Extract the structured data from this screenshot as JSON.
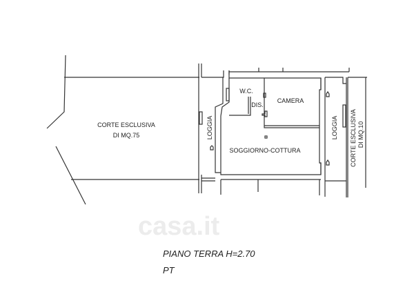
{
  "plan": {
    "rooms": {
      "corte_left_line1": "CORTE ESCLUSIVA",
      "corte_left_line2": "DI MQ.75",
      "loggia_left": "LOGGIA",
      "wc": "W.C.",
      "dis": "DIS.",
      "camera": "CAMERA",
      "soggiorno": "SOGGIORNO-COTTURA",
      "loggia_right": "LOGGIA",
      "corte_right_line1": "CORTE ESCLUSIVA",
      "corte_right_line2": "DI MQ.10"
    },
    "caption_line1": "PIANO TERRA H=2.70",
    "caption_line2": "PT",
    "watermark": "casa.it"
  }
}
